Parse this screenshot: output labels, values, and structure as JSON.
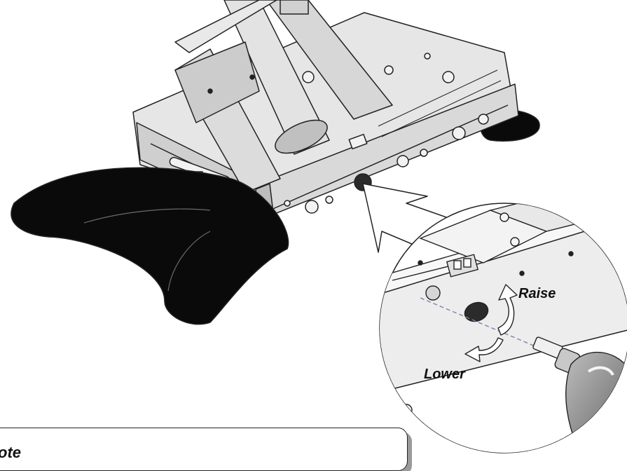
{
  "callout": {
    "raise_label": "Raise",
    "lower_label": "Lower"
  },
  "note": {
    "title": "ote"
  },
  "colors": {
    "frame_fill": "#e6e6e6",
    "frame_shade": "#c9c9c9",
    "outline": "#222222",
    "foot_fill": "#0a0a0a",
    "arrow_fill": "#ffffff",
    "drill_fill": "#8a8a8a",
    "dashed_axis": "#8a7aa8"
  }
}
